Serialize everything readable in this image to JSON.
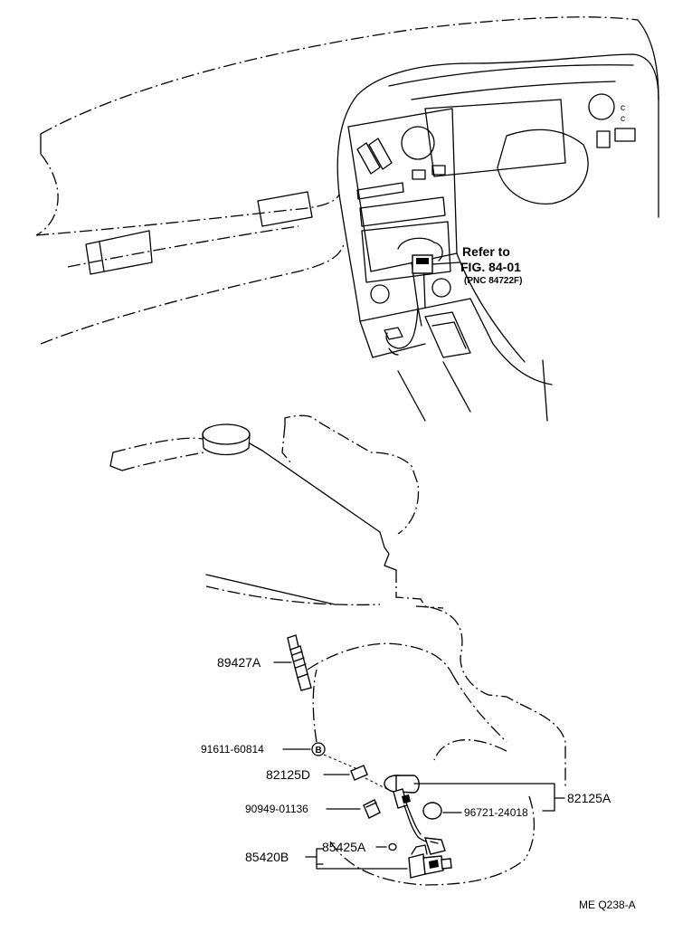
{
  "reference": {
    "line1": "Refer to",
    "line2": "FIG. 84-01",
    "line3": "(PNC 84722F)"
  },
  "parts": {
    "p89427A": "89427A",
    "p91611": "91611-60814",
    "p91611_marker": "B",
    "p82125D": "82125D",
    "p90949": "90949-01136",
    "p85425A": "85425A",
    "p85420B": "85420B",
    "p96721": "96721-24018",
    "p82125A": "82125A"
  },
  "footer": {
    "code": "ME  Q238-A"
  }
}
